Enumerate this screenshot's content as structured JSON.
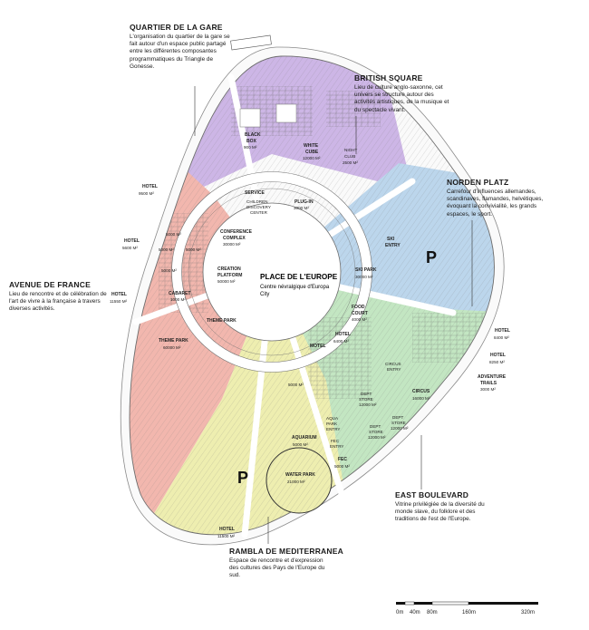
{
  "colors": {
    "purple": "#cdb6e6",
    "blue": "#bcd6ec",
    "green": "#c3e6c2",
    "yellow": "#eeeeb0",
    "red": "#f2b7ae",
    "road": "#f5f5f5",
    "line": "#6d6d6d"
  },
  "annotations": {
    "quartier": {
      "title": "QUARTIER DE LA GARE",
      "desc": "L'organisation du quartier de la gare se fait autour d'un espace public partagé entre les différentes composantes programmatiques du Triangle de Gonesse."
    },
    "british": {
      "title": "BRITISH SQUARE",
      "desc": "Lieu de culture anglo-saxonne, cet univers se structure autour des activités artistiques, de la musique et du spectacle vivant."
    },
    "norden": {
      "title": "NORDEN PLATZ",
      "desc": "Carrefour d'influences allemandes, scandinaves, flamandes, helvétiques, évoquant la convivialité, les grands espaces, le sport."
    },
    "avenue": {
      "title": "AVENUE DE FRANCE",
      "desc": "Lieu de rencontre et de célébration de l'art de vivre à la française à travers diverses activités."
    },
    "east": {
      "title": "EAST BOULEVARD",
      "desc": "Vitrine privilégiée de la diversité du monde slave, du folklore et des traditions de l'est de l'Europe."
    },
    "rambla": {
      "title": "RAMBLA DE MEDITERRANEA",
      "desc": "Espace de rencontre et d'expression des cultures des Pays de l'Europe du sud."
    }
  },
  "center": {
    "title": "PLACE DE L'EUROPE",
    "desc1": "Centre névralgique d'Europa",
    "desc2": "City"
  },
  "labels": {
    "black_box": {
      "name": "BLACK",
      "name2": "BOX",
      "area": "900 M²"
    },
    "white_cube": {
      "name": "WHITE",
      "name2": "CUBE",
      "area": "12000 M²"
    },
    "night_club": {
      "name": "NIGHT",
      "name2": "CLUB",
      "area": "2500 M²"
    },
    "service": {
      "name": "SERVICE"
    },
    "children": {
      "name": "CHILDREN",
      "name2": "DISCOVERY",
      "name3": "CENTER"
    },
    "plug_in": {
      "name": "PLUG-IN",
      "area": "3000 M²"
    },
    "conference": {
      "name": "CONFERENCE",
      "name2": "COMPLEX",
      "area": "30000 M²"
    },
    "creation": {
      "name": "CREATION",
      "name2": "PLATFORM",
      "area": "50000 M²"
    },
    "cabaret": {
      "name": "CABARET",
      "area": "1000 M²"
    },
    "theme_park_1": {
      "name": "THEME PARK"
    },
    "theme_park_2": {
      "name": "THEME PARK",
      "area": "60000 M²"
    },
    "hotel_9500": {
      "name": "HOTEL",
      "area": "9500 M²"
    },
    "hotel_5600": {
      "name": "HOTEL",
      "area": "5600 M²"
    },
    "hotel_11550": {
      "name": "HOTEL",
      "area": "11550 M²"
    },
    "hotel_8400": {
      "name": "HOTEL",
      "area": "8400 M²"
    },
    "hotel_8250": {
      "name": "HOTEL",
      "area": "8250 M²"
    },
    "hotel_11500": {
      "name": "HOTEL",
      "area": "11500 M²"
    },
    "hotel_inner": {
      "name": "HOTEL",
      "area": "6400 M²"
    },
    "hotel_motel": {
      "name": "MOTEL"
    },
    "ski_park": {
      "name": "SKI PARK",
      "area": "30000 M²"
    },
    "ski_entry": {
      "name": "SKI",
      "name2": "ENTRY"
    },
    "food_court": {
      "name": "FOOD",
      "name2": "COURT",
      "area": "4000 M²"
    },
    "circus_entry": {
      "name": "CIRCUS",
      "name2": "ENTRY"
    },
    "circus": {
      "name": "CIRCUS",
      "area": "16000 M²"
    },
    "adventure": {
      "name": "ADVENTURE",
      "name2": "TRAILS",
      "area": "3000 M²"
    },
    "dept_store_1": {
      "name": "DEPT",
      "name2": "STORE",
      "area": "12000 M²"
    },
    "dept_store_2": {
      "name": "DEPT",
      "name2": "STORE",
      "area": "12000 M²"
    },
    "dept_store_3": {
      "name": "DEPT",
      "name2": "STORE",
      "area": "12000 M²"
    },
    "aqua_entry": {
      "name": "AQUA",
      "name2": "PARK",
      "name3": "ENTRY"
    },
    "fec_entry": {
      "name": "FEC",
      "name2": "ENTRY"
    },
    "fec": {
      "name": "FEC",
      "area": "5000 M²"
    },
    "aquarium": {
      "name": "AQUARIUM",
      "area": "5000 M²"
    },
    "water_park": {
      "name": "WATER PARK",
      "area": "21000 M²"
    },
    "area_5000": {
      "area": "5000 M²"
    },
    "small_5000a": {
      "area": "5000 M²"
    },
    "small_5000b": {
      "area": "5000 M²"
    },
    "small_5000c": {
      "area": "5000 M²"
    },
    "small_5000d": {
      "area": "5000 M²"
    },
    "parking_north": {
      "name": "P"
    },
    "parking_south": {
      "name": "P"
    }
  },
  "scale": {
    "ticks": [
      "0m",
      "40m",
      "80m",
      "160m",
      "320m"
    ]
  }
}
